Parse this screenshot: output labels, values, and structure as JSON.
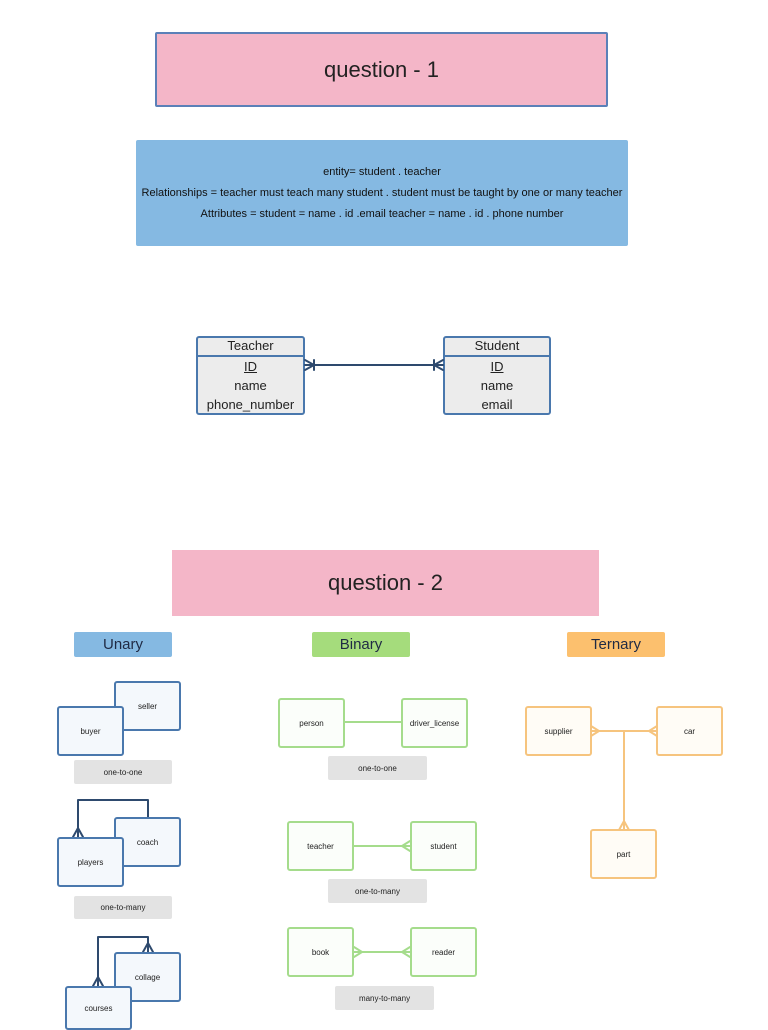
{
  "q1": {
    "title": "question - 1",
    "entity_line": "entity= student . teacher",
    "relationships_line": "Relationships = teacher must teach many student . student must be taught by one or many teacher",
    "attributes_line": "Attributes = student = name . id .email teacher = name . id . phone number",
    "teacher": {
      "title": "Teacher",
      "fields": [
        "ID",
        "name",
        "phone_number"
      ]
    },
    "student": {
      "title": "Student",
      "fields": [
        "ID",
        "name",
        "email"
      ]
    }
  },
  "q2": {
    "title": "question - 2",
    "categories": {
      "unary": "Unary",
      "binary": "Binary",
      "ternary": "Ternary"
    },
    "unary": {
      "one_to_one": {
        "a": "seller",
        "b": "buyer",
        "label": "one-to-one"
      },
      "one_to_many": {
        "a": "coach",
        "b": "players",
        "label": "one-to-many"
      },
      "many_to_many": {
        "a": "collage",
        "b": "courses"
      }
    },
    "binary": {
      "one_to_one": {
        "a": "person",
        "b": "driver_license",
        "label": "one-to-one"
      },
      "one_to_many": {
        "a": "teacher",
        "b": "student",
        "label": "one-to-many"
      },
      "many_to_many": {
        "a": "book",
        "b": "reader",
        "label": "many-to-many"
      }
    },
    "ternary": {
      "a": "supplier",
      "b": "car",
      "c": "part"
    }
  },
  "colors": {
    "title_fill": "#f4b6c8",
    "desc_fill": "#85b9e2",
    "entity_border": "#4a78ad",
    "unary": "#85b9e2",
    "binary": "#a5dc7c",
    "ternary": "#fcc06e",
    "label_fill": "#e3e3e3"
  }
}
